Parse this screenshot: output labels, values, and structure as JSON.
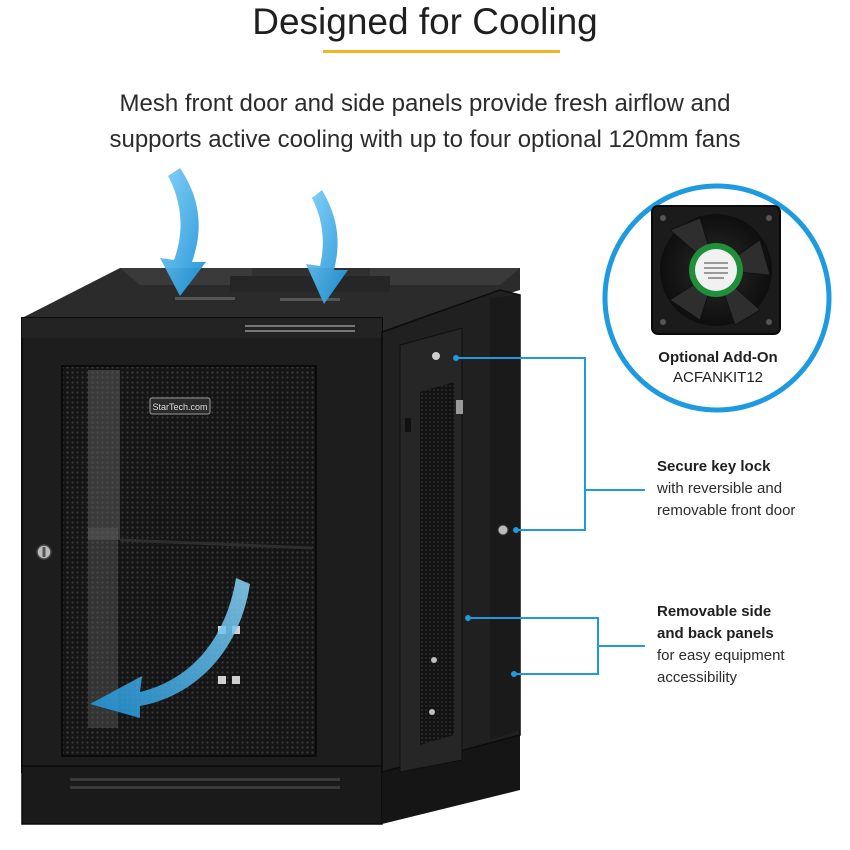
{
  "header": {
    "title": "Designed for Cooling",
    "subtitle_line1": "Mesh front door and side panels provide fresh airflow and",
    "subtitle_line2": "supports active cooling with up to four optional 120mm fans"
  },
  "fan": {
    "label_bold": "Optional Add-On",
    "label_sub": "ACFANKIT12"
  },
  "callouts": {
    "lock": {
      "title": "Secure key lock",
      "line1": "with reversible and",
      "line2": "removable front door"
    },
    "panels": {
      "title1": "Removable side",
      "title2": "and back panels",
      "line1": "for easy equipment",
      "line2": "accessibility"
    }
  },
  "product": {
    "brand_badge": "StarTech.com"
  },
  "colors": {
    "accent_line": "#f6b221",
    "callout_blue": "#1e9be0",
    "arrow_blue": "#2aa6e8",
    "cabinet": "#1c1c1c"
  },
  "icons": {
    "airflow": "curved-arrow-icon",
    "fan": "fan-icon",
    "lock": "key-lock-icon"
  }
}
